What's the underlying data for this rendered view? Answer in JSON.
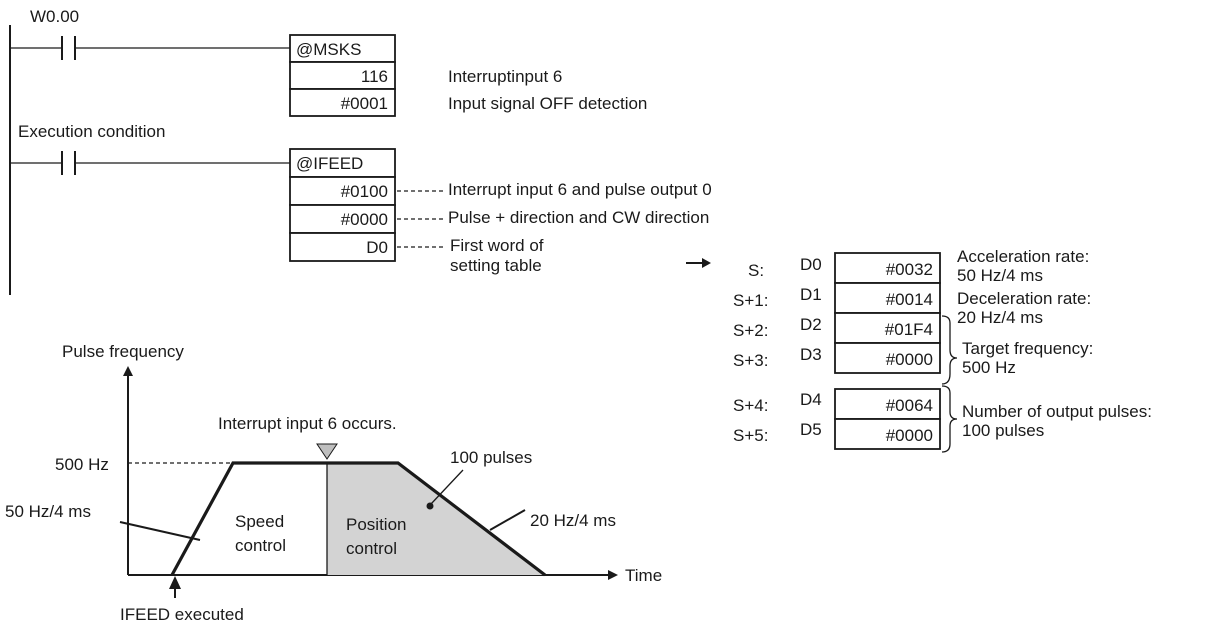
{
  "ladder": {
    "contact1_label": "W0.00",
    "contact2_label": "Execution condition",
    "msks": {
      "name": "@MSKS",
      "operands": [
        "116",
        "#0001"
      ],
      "notes": [
        "Interruptinput 6",
        "Input signal OFF detection"
      ]
    },
    "ifeed": {
      "name": "@IFEED",
      "operands": [
        "#0100",
        "#0000",
        "D0"
      ],
      "notes": [
        "Interrupt input 6 and pulse output 0",
        "Pulse + direction and CW direction",
        "First word of",
        "setting table"
      ]
    }
  },
  "table": {
    "rows": [
      {
        "offset": "S:",
        "addr": "D0",
        "value": "#0032"
      },
      {
        "offset": "S+1:",
        "addr": "D1",
        "value": "#0014"
      },
      {
        "offset": "S+2:",
        "addr": "D2",
        "value": "#01F4"
      },
      {
        "offset": "S+3:",
        "addr": "D3",
        "value": "#0000"
      },
      {
        "offset": "S+4:",
        "addr": "D4",
        "value": "#0064"
      },
      {
        "offset": "S+5:",
        "addr": "D5",
        "value": "#0000"
      }
    ],
    "notes": {
      "accel_title": "Acceleration rate:",
      "accel_value": "50 Hz/4 ms",
      "decel_title": "Deceleration rate:",
      "decel_value": "20 Hz/4 ms",
      "target_title": "Target frequency:",
      "target_value": "500 Hz",
      "pulses_title": "Number of output pulses:",
      "pulses_value": "100 pulses"
    }
  },
  "graph": {
    "y_label": "Pulse frequency",
    "x_label": "Time",
    "level_label": "500 Hz",
    "accel_label": "50 Hz/4 ms",
    "decel_label": "20 Hz/4 ms",
    "interrupt_label": "Interrupt input 6 occurs.",
    "pulses_label": "100 pulses",
    "speed_label_1": "Speed",
    "speed_label_2": "control",
    "position_label_1": "Position",
    "position_label_2": "control",
    "executed_label": "IFEED executed"
  },
  "colors": {
    "ink": "#1a1a1a",
    "position_fill": "#d3d3d3",
    "marker_fill": "#bfbfbf"
  }
}
